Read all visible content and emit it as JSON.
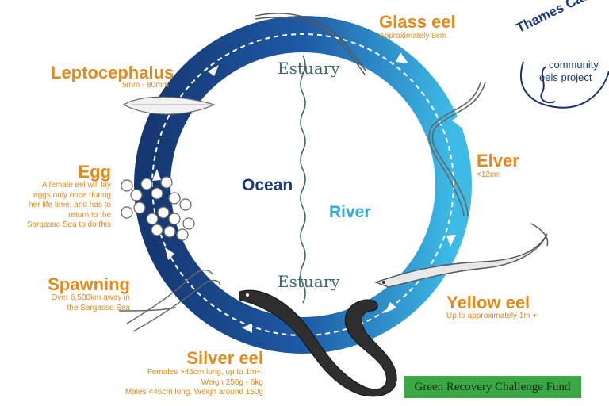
{
  "zones": {
    "ocean": "Ocean",
    "river": "River",
    "estuary_top": "Estuary",
    "estuary_bottom": "Estuary"
  },
  "stages": {
    "glass_eel": {
      "name": "Glass eel",
      "note": "Approximately 8cm"
    },
    "elver": {
      "name": "Elver",
      "note": "<12cm"
    },
    "yellow_eel": {
      "name": "Yellow eel",
      "note": "Up to approximately 1m +"
    },
    "silver_eel": {
      "name": "Silver eel",
      "notes": [
        "Females  >45cm long, up to 1m+.",
        "Weigh 250g - 6kg",
        "Males <45cm long. Weigh around 150g"
      ]
    },
    "spawning": {
      "name": "Spawning",
      "notes": [
        "Over 6,500km away in",
        "the Sargasso Sea"
      ]
    },
    "egg": {
      "name": "Egg",
      "notes": [
        "A female eel will lay",
        "eggs only once during",
        "her life time; and has to",
        "return to the",
        "Sargasso Sea to do this"
      ]
    },
    "leptocephalus": {
      "name": "Leptocephalus",
      "note": "5mm - 80mm"
    }
  },
  "logo": {
    "arc_text": "Thames Catchm",
    "line1": "community",
    "line2": "eels project"
  },
  "fund_banner": "Green Recovery Challenge Fund",
  "colors": {
    "ocean_dark": "#183a78",
    "ocean_mid": "#20509a",
    "river_light": "#3fb6e0",
    "river_mid": "#2a8cd0",
    "label_orange": "#e38a1a",
    "estuary_text": "#3f6b6a",
    "fund_green": "#3aa845"
  }
}
